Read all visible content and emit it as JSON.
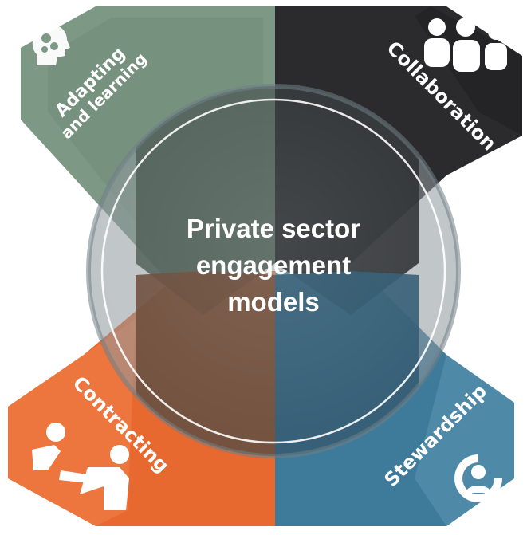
{
  "center": {
    "line1": "Private sector",
    "line2": "engagement",
    "line3": "models"
  },
  "quadrants": {
    "top_left": {
      "line1": "Adapting",
      "line2": "and learning",
      "icon": "head-gears-icon",
      "color": "#7f9a86"
    },
    "top_right": {
      "label": "Collaboration",
      "icon": "group-people-icon",
      "color": "#2c2c2e"
    },
    "bottom_left": {
      "label": "Contracting",
      "icon": "handshake-people-icon",
      "color": "#e8692f"
    },
    "bottom_right": {
      "label": "Stewardship",
      "icon": "person-shield-icon",
      "color": "#3e7a9a"
    }
  }
}
